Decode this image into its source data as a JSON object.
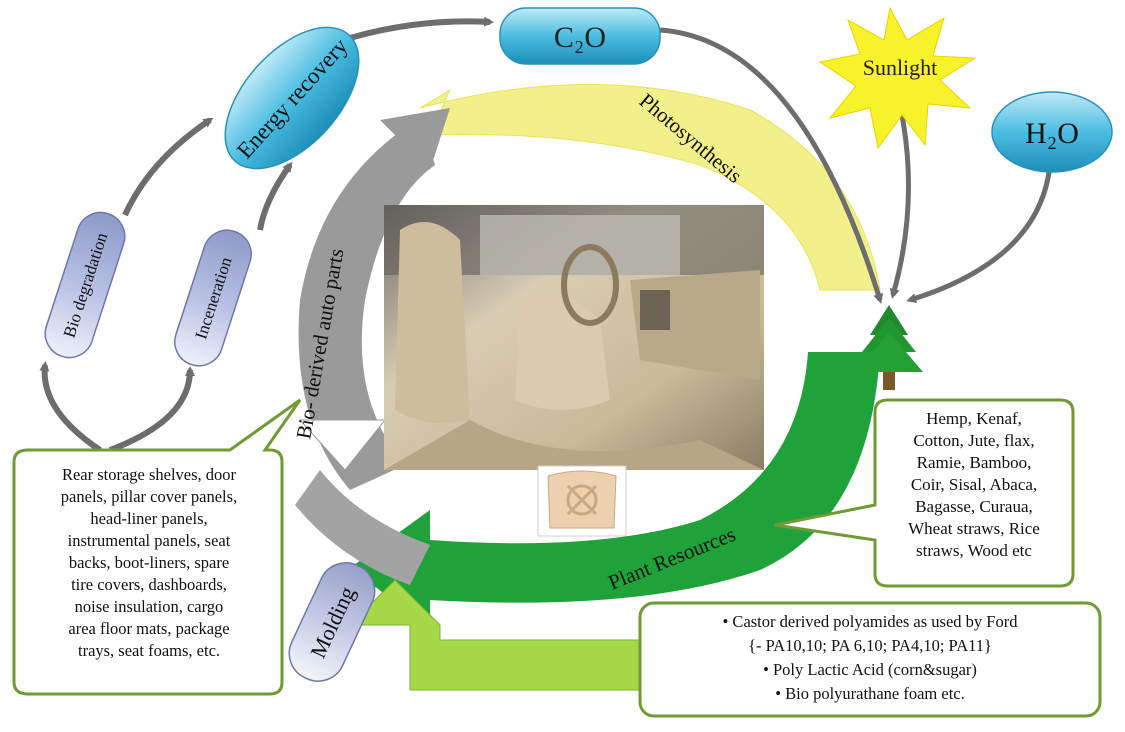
{
  "nodes": {
    "c2o": "C₂O",
    "sunlight": "Sunlight",
    "h2o": "H₂O",
    "energy_recovery": "Energy recovery",
    "bio_degradation": "Bio degradation",
    "inceneration": "Inceneration",
    "molding": "Molding"
  },
  "arc_labels": {
    "photosynthesis": "Photosynthesis",
    "bio_derived_auto_parts": "Bio- derived auto parts",
    "plant_resources": "Plant Resources"
  },
  "callouts": {
    "auto_parts": [
      "Rear storage shelves, door",
      "panels, pillar cover panels,",
      "head-liner panels,",
      "instrumental panels, seat",
      "backs, boot-liners, spare",
      "tire covers, dashboards,",
      "noise insulation, cargo",
      "area floor mats, package",
      "trays, seat foams, etc."
    ],
    "plant_fibers": [
      "Hemp, Kenaf,",
      "Cotton, Jute, flax,",
      "Ramie, Bamboo,",
      "Coir, Sisal, Abaca,",
      "Bagasse, Curaua,",
      "Wheat straws, Rice",
      "straws, Wood etc"
    ],
    "polymers": [
      "• Castor derived polyamides as used by Ford",
      "{- PA10,10; PA 6,10; PA4,10; PA11}",
      "• Poly Lactic Acid (corn&sugar)",
      "• Bio polyurathane foam etc."
    ]
  },
  "colors": {
    "yellow_arc": "#f2f08a",
    "green_arc": "#1fa23a",
    "gray_arc": "#9a9a9a",
    "blue_node": "#3fb4dc",
    "lavender_node": "#a9b3dc",
    "callout_border": "#6f9a34",
    "sun": "#f8f22a",
    "arrow_gray": "#6d6d6d",
    "light_green_arrow": "#a7d84a"
  },
  "icons": [
    "sun-icon",
    "pine-tree-icon",
    "car-interior-image",
    "seat-back-panel-image"
  ]
}
